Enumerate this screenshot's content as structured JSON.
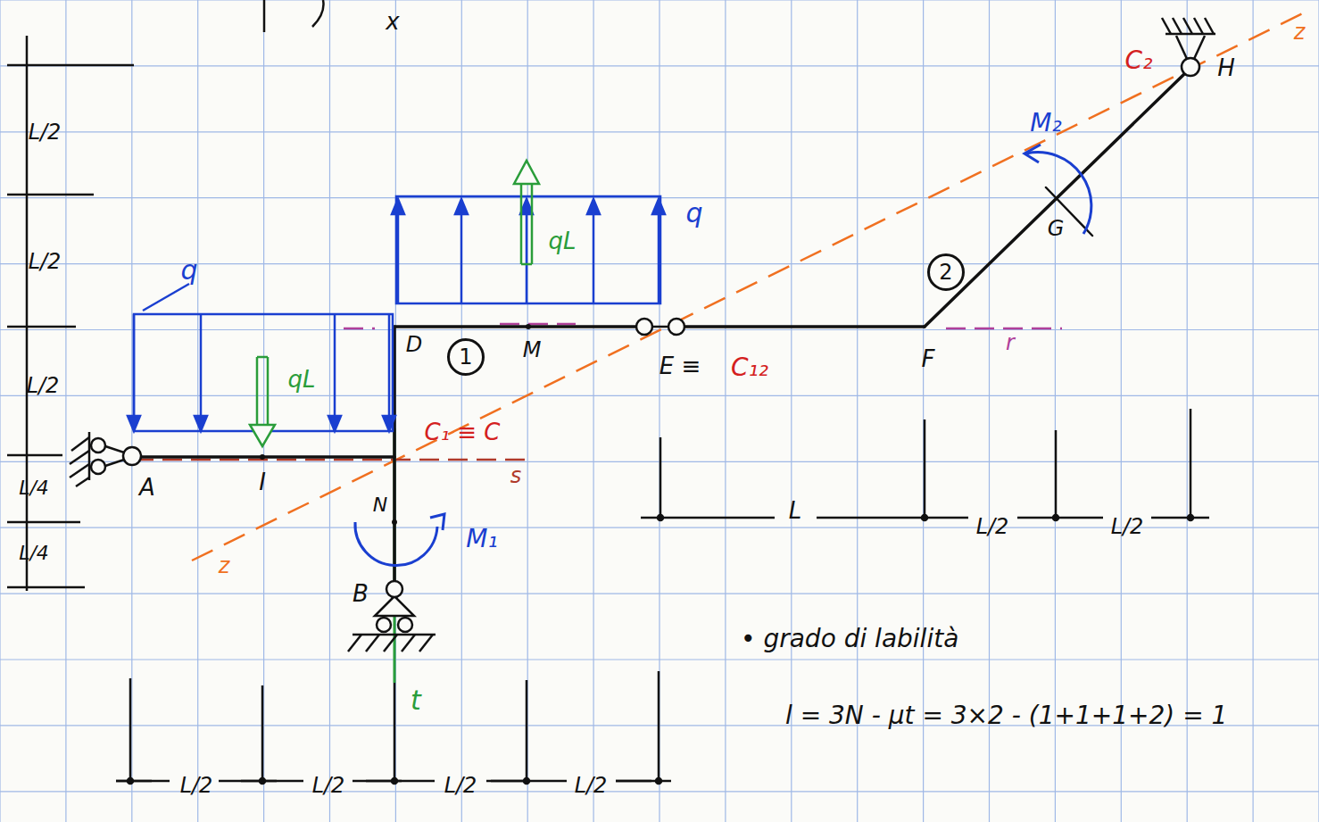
{
  "diagram": {
    "nodes": [
      {
        "text": [
          "1"
        ]
      },
      {
        "text": [
          "2"
        ]
      }
    ],
    "labels": [
      "x",
      "L/2",
      "L/2",
      "L/2",
      "L/4",
      "L/4",
      "L/2",
      "L/2",
      "L/2",
      "L/2",
      "L",
      "L/2",
      "L/2",
      "A",
      "I",
      "B",
      "N",
      "D",
      "M",
      "E ≡",
      "C₁₂",
      "F",
      "G",
      "H",
      "C₂",
      "C₁ ≡ C",
      "s",
      "t",
      "r",
      "z",
      "z",
      "q",
      "q",
      "qL",
      "qL",
      "M₁",
      "M₂",
      "• grado di labilità",
      "l = 3N - μt = 3×2 - (1+1+1+2) = 1"
    ]
  }
}
